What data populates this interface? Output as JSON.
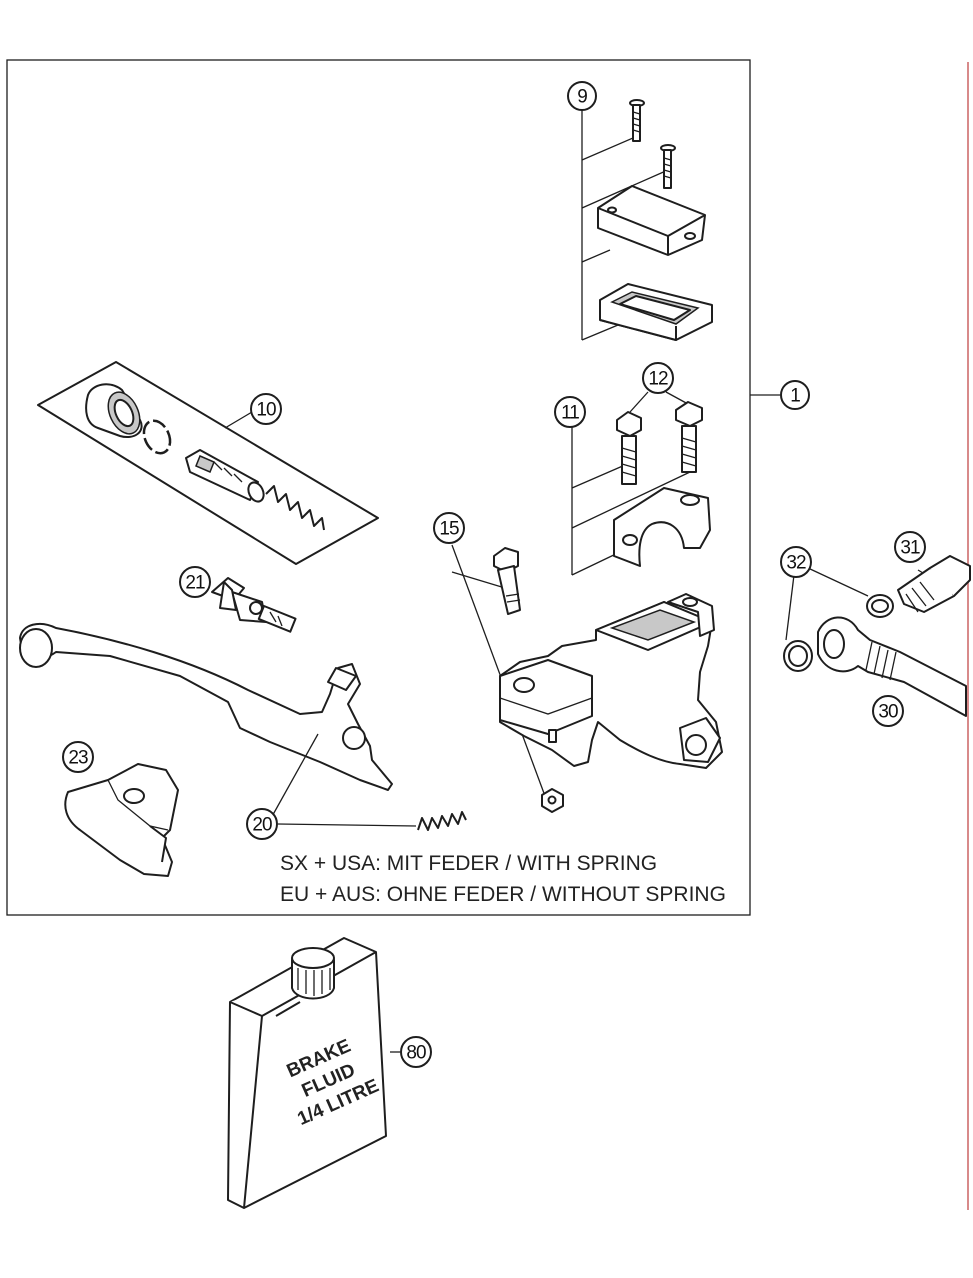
{
  "callouts": {
    "c1": "1",
    "c9": "9",
    "c10": "10",
    "c11": "11",
    "c12": "12",
    "c15": "15",
    "c20": "20",
    "c21": "21",
    "c23": "23",
    "c30": "30",
    "c31": "31",
    "c32": "32",
    "c80": "80"
  },
  "notes": {
    "line1": "SX + USA:  MIT FEDER / WITH SPRING",
    "line2": "EU + AUS:  OHNE FEDER / WITHOUT SPRING"
  },
  "can_label": {
    "line1": "BRAKE",
    "line2": "FLUID",
    "line3": "1/4 LITRE"
  },
  "colors": {
    "line": "#1e1e1e",
    "side_rule": "#d88a8a"
  }
}
